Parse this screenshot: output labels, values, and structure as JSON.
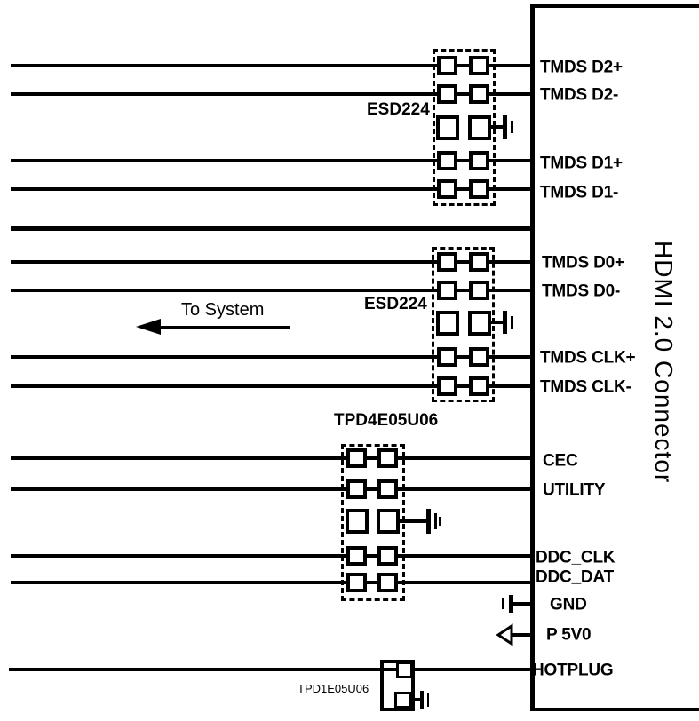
{
  "connector": {
    "title": "HDMI 2.0 Connector"
  },
  "annotations": {
    "to_system": "To System"
  },
  "devices": [
    {
      "label": "ESD224"
    },
    {
      "label": "ESD224"
    },
    {
      "label": "TPD4E05U06"
    },
    {
      "label": "TPD1E05U06"
    }
  ],
  "signals": [
    {
      "label": "TMDS D2+"
    },
    {
      "label": "TMDS D2-"
    },
    {
      "label": "TMDS D1+"
    },
    {
      "label": "TMDS D1-"
    },
    {
      "label": "TMDS D0+"
    },
    {
      "label": "TMDS D0-"
    },
    {
      "label": "TMDS CLK+"
    },
    {
      "label": "TMDS CLK-"
    },
    {
      "label": "CEC"
    },
    {
      "label": "UTILITY"
    },
    {
      "label": "DDC_CLK"
    },
    {
      "label": "DDC_DAT"
    },
    {
      "label": "GND"
    },
    {
      "label": "P 5V0"
    },
    {
      "label": "HOTPLUG"
    }
  ],
  "icons": {
    "ground": "ground-icon",
    "power_arrow": "power-arrow-icon",
    "to_system_arrow": "arrow-left-icon"
  },
  "colors": {
    "ink": "#000000",
    "background": "#ffffff"
  }
}
